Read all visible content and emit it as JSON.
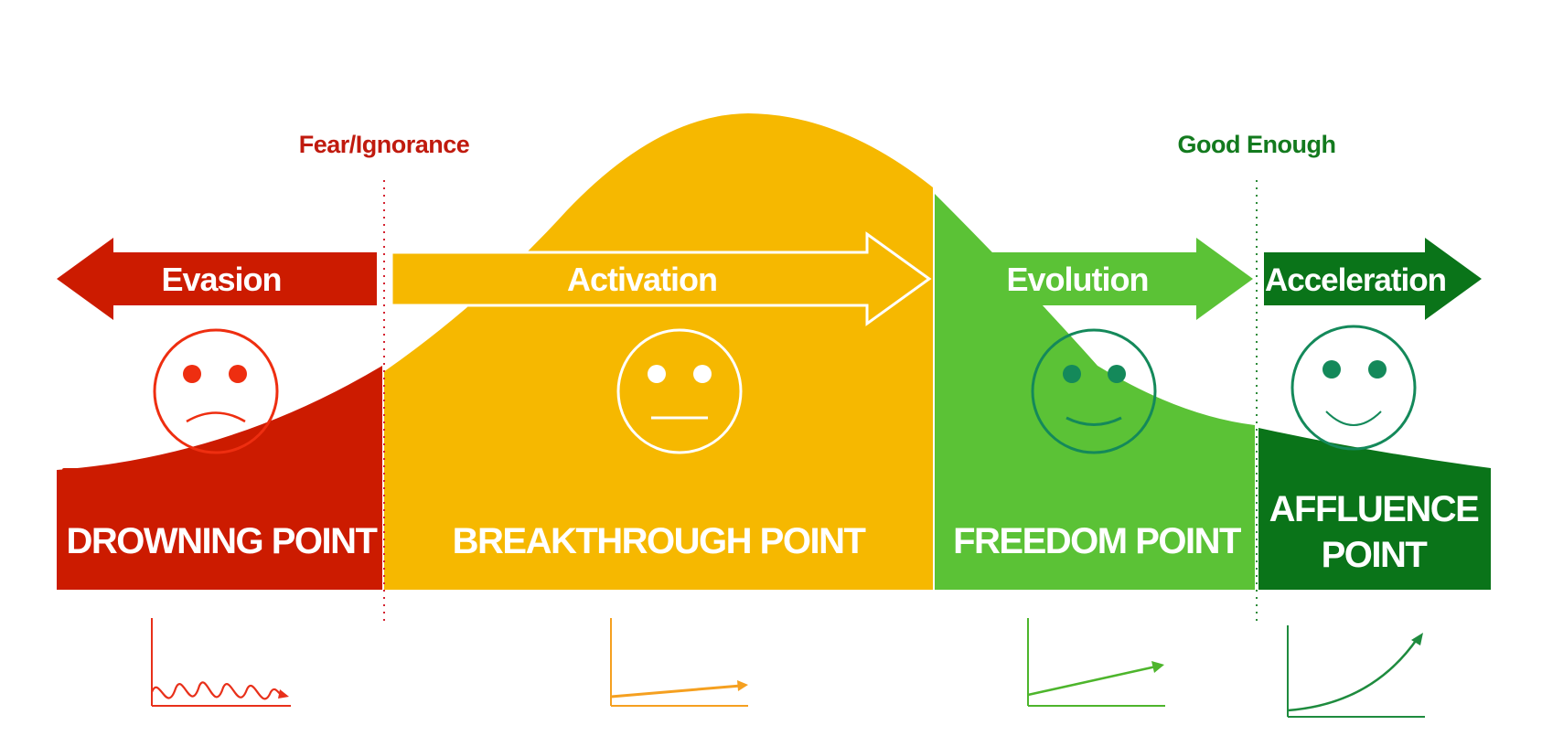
{
  "thresholds": {
    "left": "Fear/Ignorance",
    "right": "Good Enough"
  },
  "stages": {
    "evasion": "Evasion",
    "activation": "Activation",
    "evolution": "Evolution",
    "acceleration": "Acceleration"
  },
  "points": {
    "drowning": "DROWNING POINT",
    "breakthrough": "BREAKTHROUGH POINT",
    "freedom": "FREEDOM POINT",
    "affluence_line1": "AFFLUENCE",
    "affluence_line2": "POINT"
  },
  "faces": {
    "drowning": "sad",
    "breakthrough": "neutral",
    "freedom": "smile",
    "affluence": "smile"
  },
  "mini_charts": {
    "drowning": "wavy-flat",
    "breakthrough": "slight-rise",
    "freedom": "steady-rise",
    "affluence": "exponential-rise"
  },
  "colors": {
    "red": "#CC1B00",
    "red_face": "#EE2E10",
    "yellow": "#F6B800",
    "orange_chart": "#F5A020",
    "green_light": "#5BC236",
    "green_dark": "#0A7419",
    "green_face": "#14895A",
    "threshold_red": "#C01A0E",
    "threshold_green": "#137A1E"
  }
}
